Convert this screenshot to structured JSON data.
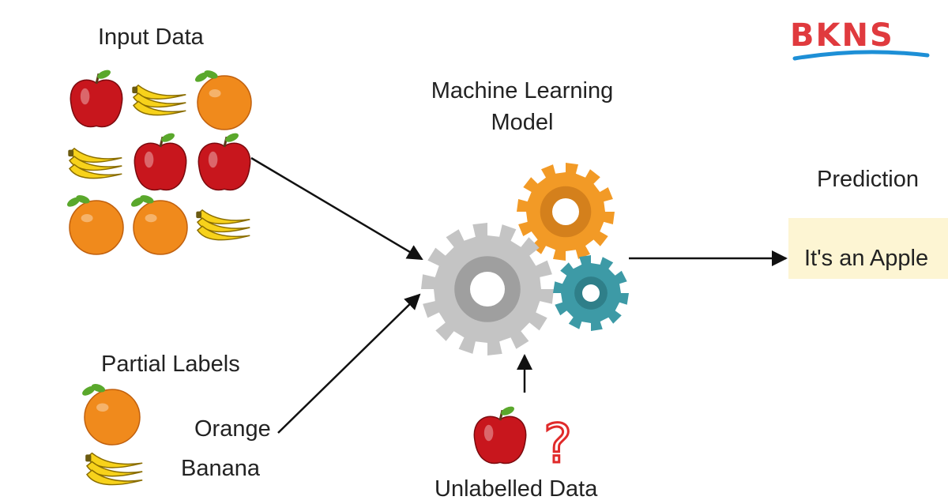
{
  "logo": {
    "text": "BKNS"
  },
  "input_data": {
    "title": "Input Data",
    "items": [
      "apple",
      "banana",
      "orange",
      "banana",
      "apple",
      "apple",
      "orange",
      "orange",
      "banana"
    ]
  },
  "model": {
    "title_line1": "Machine Learning",
    "title_line2": "Model"
  },
  "prediction": {
    "title": "Prediction",
    "result": "It's an Apple"
  },
  "partial_labels": {
    "title": "Partial Labels",
    "labels": [
      "Orange",
      "Banana"
    ]
  },
  "unlabelled": {
    "title": "Unlabelled Data",
    "symbol": "?"
  },
  "colors": {
    "apple": "#c8161d",
    "banana": "#f7d21b",
    "orange": "#f08a1c",
    "gear_gray": "#c4c4c4",
    "gear_orange": "#f29a26",
    "gear_teal": "#3d9aa6",
    "logo_red": "#e03a3e",
    "logo_blue": "#1d8fd6",
    "prediction_box": "#fdf5d3"
  }
}
